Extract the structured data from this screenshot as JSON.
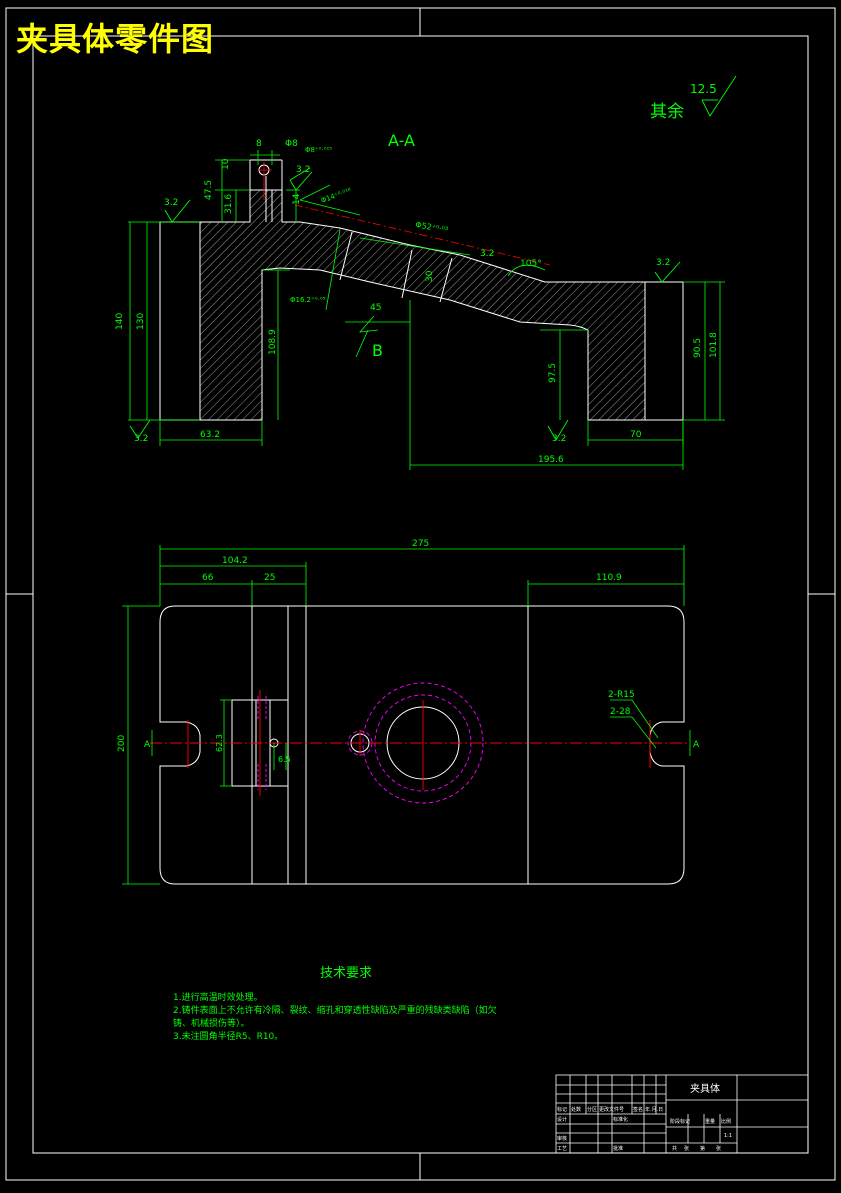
{
  "drawing": {
    "title": "夹具体零件图",
    "section_label": "A-A",
    "view_b_label": "B",
    "rest_roughness_text": "其余",
    "rest_roughness_value": "12.5",
    "tech_title": "技术要求",
    "tech_notes": [
      "1.进行高温时效处理。",
      "2.铸件表面上不允许有冷隔、裂纹、缩孔和穿透性缺陷及严重的残缺类缺陷（如欠",
      "铸、机械损伤等）。",
      "3.未注圆角半径R5、R10。"
    ]
  },
  "section_dims": {
    "d8": "8",
    "phi8": "Φ8",
    "phi8tol": "Φ8⁺⁰·⁰¹⁵",
    "r32a": "3.2",
    "r32b": "3.2",
    "r32c": "3.2",
    "r32d": "3.2",
    "r32e": "3.2",
    "r32f": "3.2",
    "d47": "47.5",
    "d31": "31.6",
    "d14": "14",
    "d10": "10",
    "d140": "140",
    "d130": "130",
    "d632": "63.2",
    "d1089": "108.9",
    "phi14": "Φ14⁺⁰·⁰¹⁸",
    "phi52": "Φ52⁺⁰·⁰³",
    "d30": "30",
    "d45": "45",
    "phi162": "Φ16.2⁺⁰·⁰⁵",
    "angle105": "105°",
    "d975": "97.5",
    "d905": "90.5",
    "d1018": "101.8",
    "d70": "70",
    "d1956": "195.6"
  },
  "plan_dims": {
    "d275": "275",
    "d1042": "104.2",
    "d66": "66",
    "d25": "25",
    "d1109": "110.9",
    "d200": "200",
    "d623": "62.3",
    "d65": "6.5",
    "callout_r": "2-R15",
    "callout_w": "2-28",
    "a_left": "A",
    "a_right": "A"
  },
  "title_block": {
    "drawing_name": "夹具体",
    "scale": "1:1",
    "labels": [
      "标记",
      "处数",
      "分区",
      "更改文件号",
      "签名",
      "年.月.日",
      "设计",
      "标准化",
      "阶段标记",
      "重量",
      "比例",
      "审核",
      "工艺",
      "批准",
      "共",
      "张",
      "第",
      "张"
    ]
  }
}
